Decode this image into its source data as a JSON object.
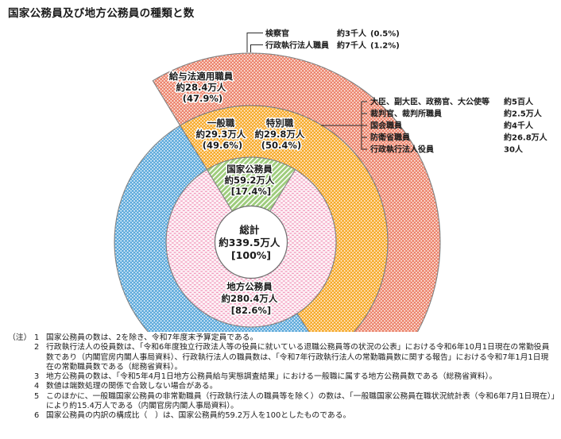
{
  "page": {
    "title": "国家公務員及び地方公務員の種類と数"
  },
  "chart_data": {
    "type": "pie",
    "subtype": "nested-fan-donut",
    "title": "国家公務員及び地方公務員の種類と数",
    "unit": "万人",
    "legend_position": "none",
    "total": {
      "name": "総計",
      "value_label": "約339.5万人",
      "value": 339.5,
      "share_pct": 100,
      "share_label": "[100%]"
    },
    "level1": [
      {
        "name": "国家公務員",
        "value_label": "約59.2万人",
        "value": 59.2,
        "share_pct": 17.4,
        "share_label": "[17.4%]"
      },
      {
        "name": "地方公務員",
        "value_label": "約280.4万人",
        "value": 280.4,
        "share_pct": 82.6,
        "share_label": "[82.6%]"
      }
    ],
    "level2_national_breakdown": [
      {
        "name": "一般職",
        "value_label": "約29.3万人",
        "value": 29.3,
        "share_pct": 49.6,
        "share_label": "(49.6%)"
      },
      {
        "name": "特別職",
        "value_label": "約29.8万人",
        "value": 29.8,
        "share_pct": 50.4,
        "share_label": "(50.4%)"
      }
    ],
    "level3_regular_breakdown": [
      {
        "name": "給与法適用職員",
        "value_label": "約28.4万人",
        "value": 28.4,
        "share_pct": 47.9,
        "share_label": "(47.9%)"
      },
      {
        "name": "検察官",
        "value_label": "約3千人",
        "value": 0.3,
        "share_pct": 0.5,
        "share_label": "(0.5%)"
      },
      {
        "name": "行政執行法人職員",
        "value_label": "約7千人",
        "value": 0.7,
        "share_pct": 1.2,
        "share_label": "(1.2%)"
      }
    ],
    "special_breakdown": [
      {
        "name": "大臣、副大臣、政務官、大公使等",
        "value_label": "約5百人"
      },
      {
        "name": "裁判官、裁判所職員",
        "value_label": "約2.5万人"
      },
      {
        "name": "国会職員",
        "value_label": "約4千人"
      },
      {
        "name": "防衛省職員",
        "value_label": "約26.8万人"
      },
      {
        "name": "行政執行法人役員",
        "value_label": "30人"
      }
    ]
  },
  "colors": {
    "salmon": "#EC8168",
    "orange": "#F7A723",
    "blue": "#57A7DB",
    "green": "#9ECC7C",
    "pink_bg": "#FDF3F7",
    "pink_dot": "#F08CB4",
    "sliver_bg": "#F5F3F9",
    "sliver_line": "#A9A1BC",
    "outline": "#828282",
    "text": "#1A1A1A",
    "callout_line": "#2B2B2B"
  },
  "notes": {
    "prefix": "（注）",
    "items": [
      {
        "num": "1",
        "text": "国家公務員の数は、2を除き、令和7年度末予算定員である。"
      },
      {
        "num": "2",
        "text": "行政執行法人の役員数は、「令和6年度独立行政法人等の役員に就いている退職公務員等の状況の公表」における令和6年10月1日現在の常勤役員数であり（内閣官房内閣人事局資料）、行政執行法人の職員数は、「令和7年行政執行法人の常勤職員数に関する報告」における令和7年1月1日現在の常勤職員数である（総務省資料）。"
      },
      {
        "num": "3",
        "text": "地方公務員の数は、「令和5年4月1日地方公務員給与実態調査結果」における一般職に属する地方公務員数である（総務省資料）。"
      },
      {
        "num": "4",
        "text": "数値は端数処理の関係で合致しない場合がある。"
      },
      {
        "num": "5",
        "text": "このほかに、一般職国家公務員の非常勤職員（行政執行法人の職員等を除く）の数は、「一般職国家公務員在職状況統計表（令和6年7月1日現在）」により約15.4万人である（内閣官房内閣人事局資料）。"
      },
      {
        "num": "6",
        "text": "国家公務員の内訳の構成比（　）は、国家公務員約59.2万人を100としたものである。"
      }
    ]
  }
}
